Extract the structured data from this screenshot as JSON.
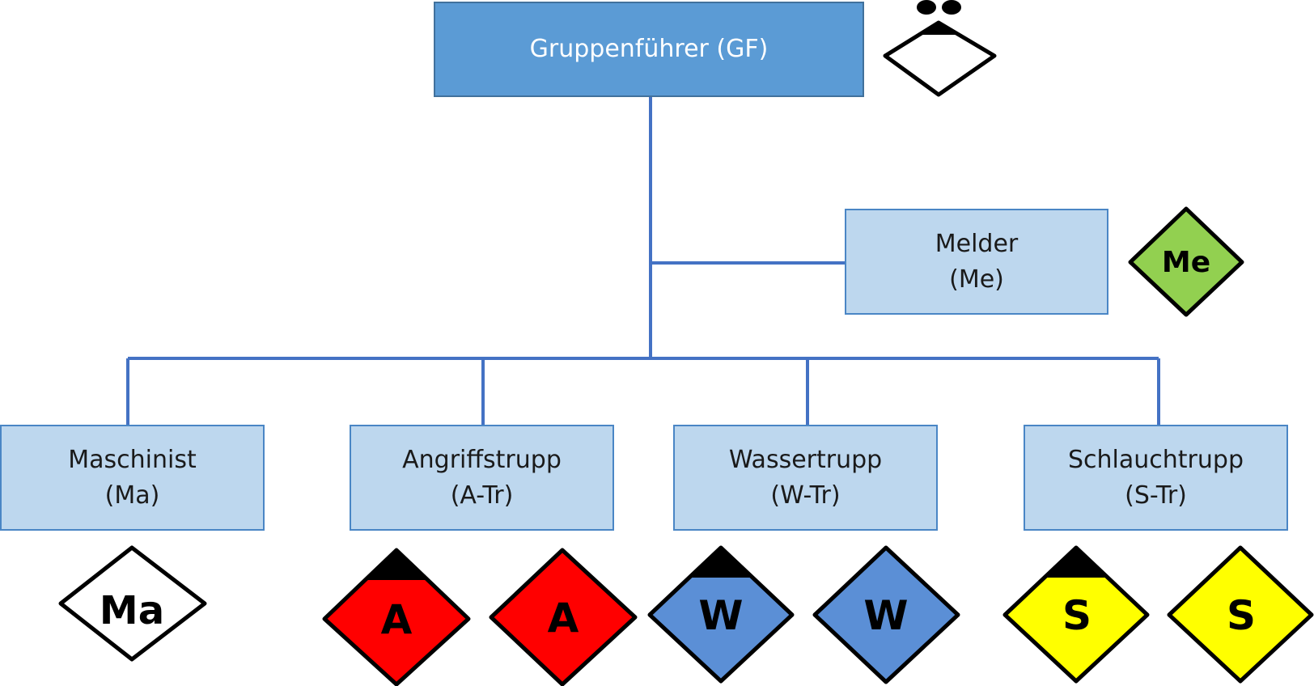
{
  "root": {
    "label": "Gruppenführer (GF)"
  },
  "melder": {
    "name": "Melder",
    "abbr": "(Me)"
  },
  "members": [
    {
      "name": "Maschinist",
      "abbr": "(Ma)"
    },
    {
      "name": "Angriffstrupp",
      "abbr": "(A-Tr)"
    },
    {
      "name": "Wassertrupp",
      "abbr": "(W-Tr)"
    },
    {
      "name": "Schlauchtrupp",
      "abbr": "(S-Tr)"
    }
  ],
  "symbols": {
    "gf": {
      "label": "",
      "fill": "#ffffff",
      "icon": "group-leader-diamond-icon"
    },
    "me": {
      "label": "Me",
      "fill": "#92d050"
    },
    "ma": {
      "label": "Ma",
      "fill": "#ffffff"
    },
    "a_leader": {
      "label": "A",
      "fill": "#ff0000"
    },
    "a_member": {
      "label": "A",
      "fill": "#ff0000"
    },
    "w_leader": {
      "label": "W",
      "fill": "#5b8fd6"
    },
    "w_member": {
      "label": "W",
      "fill": "#5b8fd6"
    },
    "s_leader": {
      "label": "S",
      "fill": "#ffff00"
    },
    "s_member": {
      "label": "S",
      "fill": "#ffff00"
    }
  },
  "colors": {
    "connector": "#4472c4",
    "root_fill": "#5b9bd5",
    "child_fill": "#bdd7ee"
  }
}
